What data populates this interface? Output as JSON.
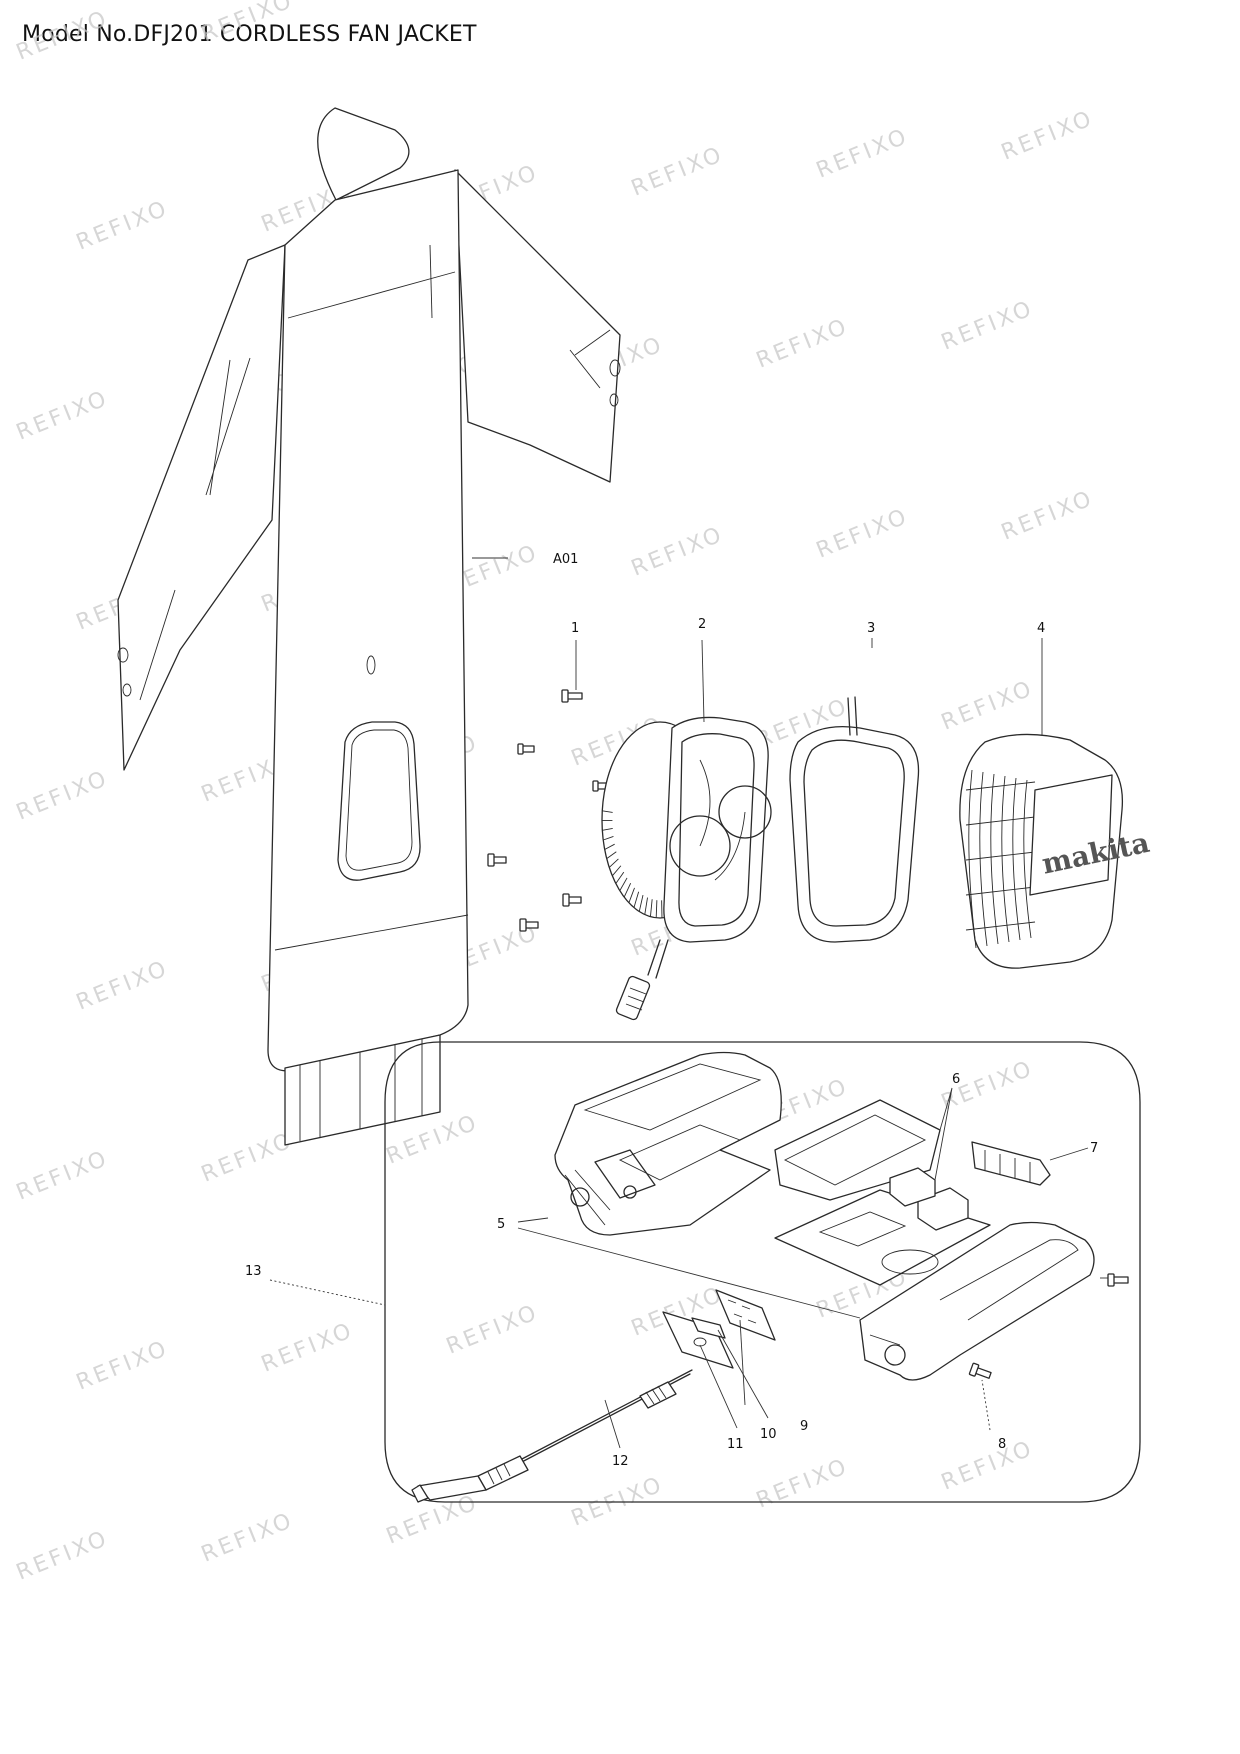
{
  "title": "Model No.DFJ201 CORDLESS FAN JACKET",
  "watermark": "REFIXO",
  "logo_text": "makita",
  "callouts": {
    "a01": "A01",
    "p1": "1",
    "p2": "2",
    "p3": "3",
    "p4": "4",
    "p5": "5",
    "p6": "6",
    "p7": "7",
    "p8": "8",
    "p9": "9",
    "p10": "10",
    "p11": "11",
    "p12": "12",
    "p13": "13"
  }
}
